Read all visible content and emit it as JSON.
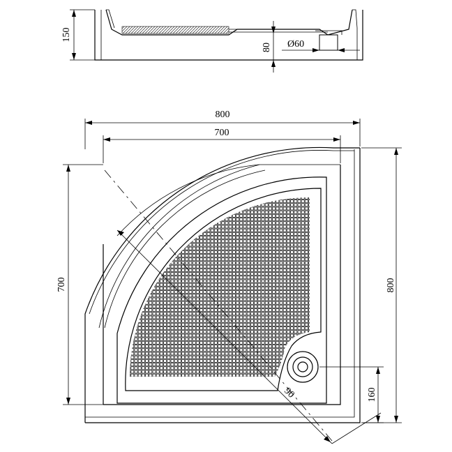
{
  "dimensions": {
    "height_total": "150",
    "drain_depth": "80",
    "drain_diameter": "Ø60",
    "outer_width": "800",
    "inner_width": "700",
    "outer_height": "800",
    "inner_height": "700",
    "drain_offset": "160",
    "radius": "90"
  }
}
